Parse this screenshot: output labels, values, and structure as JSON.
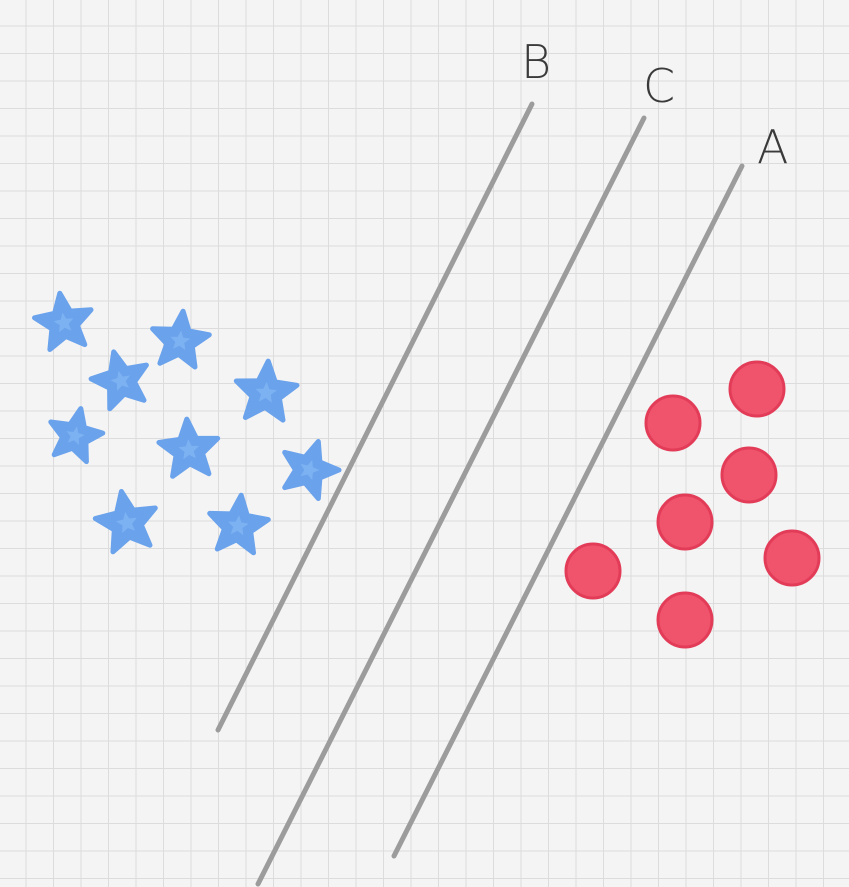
{
  "colors": {
    "star": "#6aa2ec",
    "star_highlight": "#8cc0f7",
    "circle": "#f0546d",
    "circle_edge": "#e23c58",
    "line": "#9c9c9c"
  },
  "lines": [
    {
      "id": "B",
      "label": "B"
    },
    {
      "id": "C",
      "label": "C"
    },
    {
      "id": "A",
      "label": "A"
    }
  ],
  "class_one": {
    "shape": "star-icon",
    "count": 9
  },
  "class_two": {
    "shape": "circle-icon",
    "count": 7
  }
}
